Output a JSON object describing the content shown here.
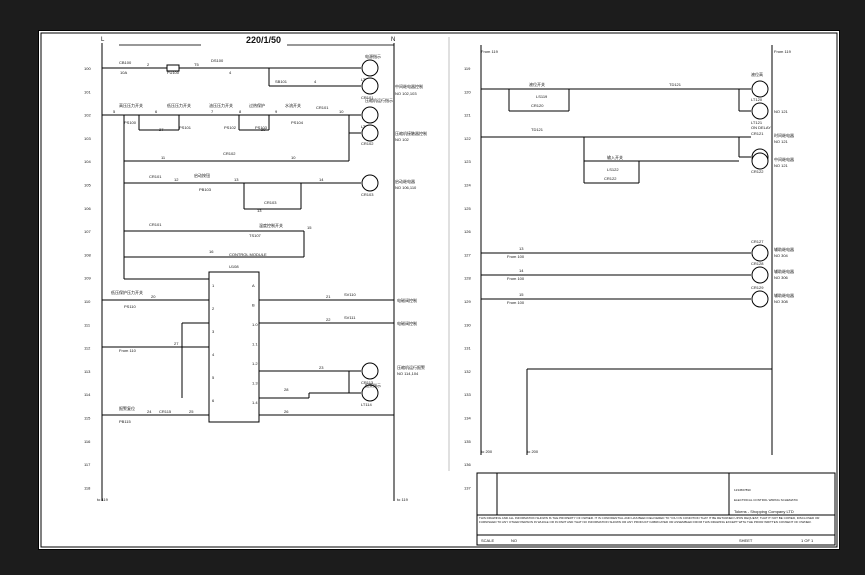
{
  "sheet": {
    "voltage": "220/1/50",
    "left_rail": "L",
    "right_rail": "N",
    "left_rung_numbers": [
      "100",
      "101",
      "102",
      "103",
      "104",
      "105",
      "106",
      "107",
      "108",
      "109",
      "110",
      "111",
      "112",
      "113",
      "114",
      "115",
      "116",
      "117",
      "118"
    ],
    "right_rung_numbers": [
      "119",
      "120",
      "121",
      "122",
      "123",
      "124",
      "125",
      "126",
      "127",
      "128",
      "129",
      "130",
      "131",
      "132",
      "133",
      "134",
      "135",
      "136",
      "137"
    ],
    "left_bottom": [
      "to 119",
      "to 119"
    ],
    "right_bottom": [
      "to 200",
      "to 200"
    ],
    "right_top": [
      "From 119",
      "From 119"
    ]
  },
  "left_page": {
    "r100": {
      "sw": "CB100",
      "sw_rating": "10A",
      "wire1": "2",
      "fuse": "FU100",
      "wire2": "T5",
      "ds": "DS100",
      "wire3": "4",
      "coil": "LT100",
      "coil_desc": "电源指示"
    },
    "r101": {
      "sw": "SB101",
      "wire": "4",
      "coil": "CR101",
      "coil_desc": "中间继电器控制",
      "ref": "NO 102,103"
    },
    "r102": {
      "contacts": [
        "PS100",
        "PS101",
        "PS102",
        "PS103",
        "PS104"
      ],
      "labels": [
        "高压压力开关",
        "低压压力开关",
        "油压压力开关",
        "过热保护",
        "水流开关"
      ],
      "wires": [
        "5",
        "6",
        "7",
        "8",
        "9",
        "10",
        "27",
        "29"
      ],
      "cr": "CR101",
      "coil": "LT102",
      "coil_desc": "压缩机运行指示"
    },
    "r103": {
      "coil": "CR102",
      "coil_desc": "压缩机接触器控制",
      "ref": "NO 102"
    },
    "r104": {
      "contact": "CR102",
      "wires": [
        "11",
        "10"
      ]
    },
    "r105": {
      "contact": "CR101",
      "pb": "PB103",
      "pb_label": "启动按钮",
      "wires": [
        "12",
        "13",
        "14"
      ],
      "coil": "CR103",
      "coil_desc": "启动继电器",
      "ref": "NO 106,110"
    },
    "r106": {
      "contact": "CR103",
      "wire": "13"
    },
    "r107": {
      "contact": "CR101",
      "ts": "TS107",
      "ts_label": "温度控制开关",
      "wire": "15"
    },
    "r108": {
      "plc_title": "CONTROL MODULE",
      "plc_id": "U108",
      "wire": "16"
    },
    "r109": {
      "switch": "PS110",
      "label": "低压保护压力开关",
      "wire": "20"
    },
    "r110": {
      "sv": "SV110",
      "sv_desc": "电磁阀控制",
      "wire": "21"
    },
    "r111": {
      "sv": "SV111",
      "sv_desc": "电磁阀控制",
      "wire": "22"
    },
    "r112": {
      "from": "From 110",
      "wire": "27"
    },
    "r113": {
      "coil": "CR113",
      "coil_desc": "压缩机运行报警",
      "ref": "NO 114,104",
      "wire": "23"
    },
    "r114": {
      "lamp": "LT114",
      "lamp_desc": "报警指示",
      "wire": "28"
    },
    "r115": {
      "pb": "PB115",
      "pb_label": "报警复位",
      "contact": "CR115",
      "wires": [
        "24",
        "25",
        "26"
      ]
    },
    "plc_terminals_left": [
      "1",
      "2",
      "3",
      "4",
      "5",
      "6"
    ],
    "plc_terminals_right": [
      "A",
      "B",
      "1.0",
      "1.1",
      "1.2",
      "1.3",
      "1.4"
    ]
  },
  "right_page": {
    "r119": {
      "ts": "LS119",
      "ts_label": "液位开关",
      "coil": "LT120",
      "coil_desc": "液位高",
      "tr": "TD121"
    },
    "r120": {
      "contact": "CR120",
      "ref": "NO 121",
      "coil": "LT121",
      "coil_desc": "ON DELAY"
    },
    "r121": {
      "contact": "TD121",
      "coil": "CR121",
      "ref": "NO 121",
      "coil_desc": "时间继电器"
    },
    "r122": {
      "pb": "LS122",
      "pb_label": "输入开关",
      "contact": "CR122",
      "coil": "CR122",
      "coil_desc": "中间继电器",
      "ref": "NO 121"
    },
    "r127": {
      "from": "From 100",
      "wire": "13",
      "coil": "CR127",
      "coil_desc": "辅助继电器",
      "ref": "NO 304"
    },
    "r128": {
      "from": "From 100",
      "wire": "14",
      "coil": "CR128",
      "coil_desc": "辅助继电器",
      "ref": "NO 306"
    },
    "r129": {
      "from": "From 100",
      "wire": "15",
      "coil": "CR129",
      "coil_desc": "辅助继电器",
      "ref": "NO 308"
    }
  },
  "title_block": {
    "company": "Tokens - Shopping Company LTD",
    "drawing_title": "ELECTRICAL CONTROL WIRING SCHEMATIC",
    "drawing_no": "1234567890",
    "notice": "THIS DRAWING AND ALL INFORMATION SHOWN IS THE PROPERTY OF OWNER. IT IS CONFIDENTIAL AND HAS BEEN DELIVERED TO YOU ON CONDITION THAT IT BE RETURNED UPON REQUEST, THAT IT NOT BE COPIED, DISCLOSED OR FURNISHED TO ANY OTHER PERSON IN WHOLE OR IN PART AND THAT NO INFORMATION SHOWN OR ANY PRODUCT FABRICATED OR ASSEMBLED FROM THIS DRAWING EXCEPT WITH THE PRIOR WRITTEN CONSENT OF OWNER.",
    "scale_label": "SCALE",
    "scale": "NO",
    "sheet_label": "SHEET",
    "sheet": "1 OF 1"
  }
}
